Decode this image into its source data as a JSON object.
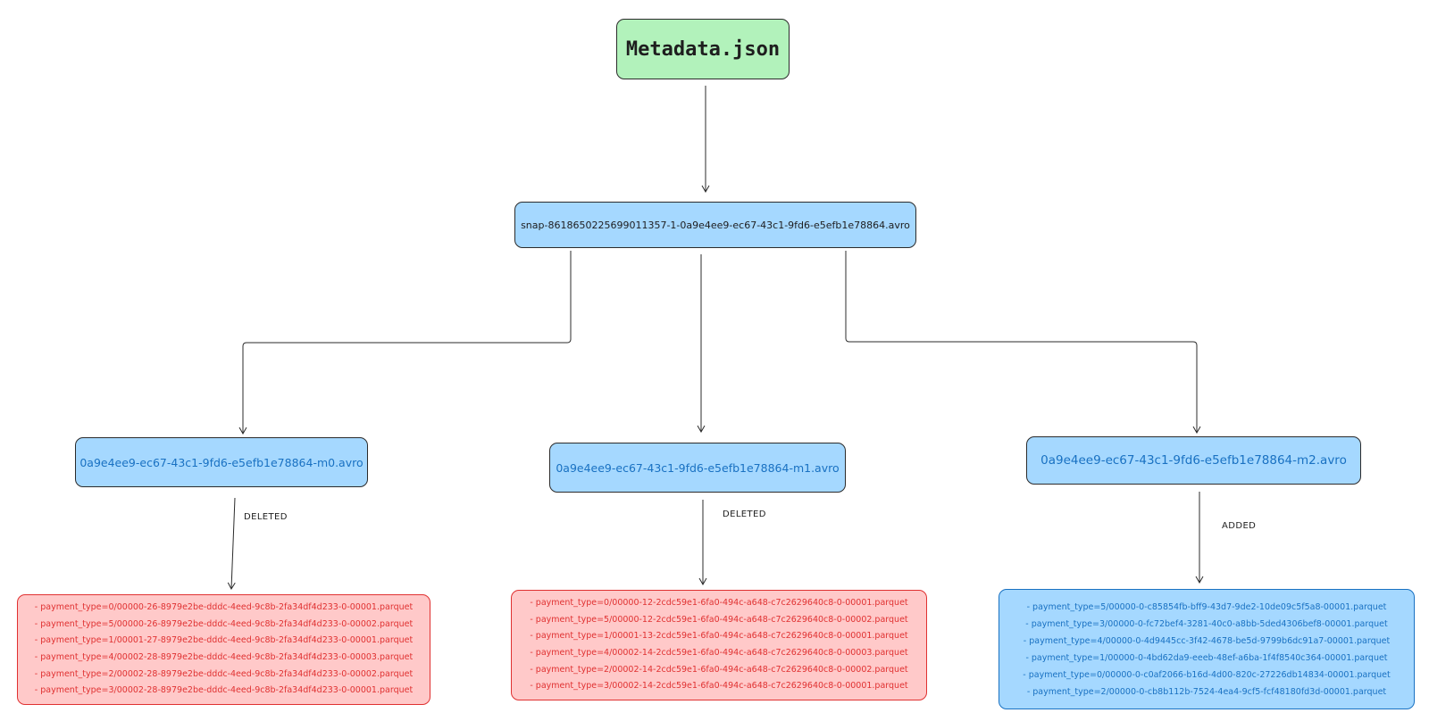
{
  "diagram": {
    "root": {
      "label": "Metadata.json"
    },
    "snapshot": {
      "label": "snap-8618650225699011357-1-0a9e4ee9-ec67-43c1-9fd6-e5efb1e78864.avro"
    },
    "manifests": [
      {
        "label": "0a9e4ee9-ec67-43c1-9fd6-e5efb1e78864-m0.avro",
        "status": "DELETED",
        "files": [
          "- payment_type=0/00000-26-8979e2be-dddc-4eed-9c8b-2fa34df4d233-0-00001.parquet",
          "- payment_type=5/00000-26-8979e2be-dddc-4eed-9c8b-2fa34df4d233-0-00002.parquet",
          "- payment_type=1/00001-27-8979e2be-dddc-4eed-9c8b-2fa34df4d233-0-00001.parquet",
          "- payment_type=4/00002-28-8979e2be-dddc-4eed-9c8b-2fa34df4d233-0-00003.parquet",
          "- payment_type=2/00002-28-8979e2be-dddc-4eed-9c8b-2fa34df4d233-0-00002.parquet",
          "- payment_type=3/00002-28-8979e2be-dddc-4eed-9c8b-2fa34df4d233-0-00001.parquet"
        ]
      },
      {
        "label": "0a9e4ee9-ec67-43c1-9fd6-e5efb1e78864-m1.avro",
        "status": "DELETED",
        "files": [
          "- payment_type=0/00000-12-2cdc59e1-6fa0-494c-a648-c7c2629640c8-0-00001.parquet",
          "- payment_type=5/00000-12-2cdc59e1-6fa0-494c-a648-c7c2629640c8-0-00002.parquet",
          "- payment_type=1/00001-13-2cdc59e1-6fa0-494c-a648-c7c2629640c8-0-00001.parquet",
          "- payment_type=4/00002-14-2cdc59e1-6fa0-494c-a648-c7c2629640c8-0-00003.parquet",
          "- payment_type=2/00002-14-2cdc59e1-6fa0-494c-a648-c7c2629640c8-0-00002.parquet",
          "- payment_type=3/00002-14-2cdc59e1-6fa0-494c-a648-c7c2629640c8-0-00001.parquet"
        ]
      },
      {
        "label": "0a9e4ee9-ec67-43c1-9fd6-e5efb1e78864-m2.avro",
        "status": "ADDED",
        "files": [
          "- payment_type=5/00000-0-c85854fb-bff9-43d7-9de2-10de09c5f5a8-00001.parquet",
          "- payment_type=3/00000-0-fc72bef4-3281-40c0-a8bb-5ded4306bef8-00001.parquet",
          "- payment_type=4/00000-0-4d9445cc-3f42-4678-be5d-9799b6dc91a7-00001.parquet",
          "- payment_type=1/00000-0-4bd62da9-eeeb-48ef-a6ba-1f4f8540c364-00001.parquet",
          "- payment_type=0/00000-0-c0af2066-b16d-4d00-820c-27226db14834-00001.parquet",
          "- payment_type=2/00000-0-cb8b112b-7524-4ea4-9cf5-fcf48180fd3d-00001.parquet"
        ]
      }
    ]
  },
  "colors": {
    "root_fill": "#b2f2bb",
    "node_fill": "#a5d8ff",
    "manifest_text": "#1971c2",
    "deleted_fill": "#ffc9c9",
    "deleted_stroke": "#e03131",
    "added_stroke": "#1971c2",
    "line": "#2b2b2b"
  }
}
